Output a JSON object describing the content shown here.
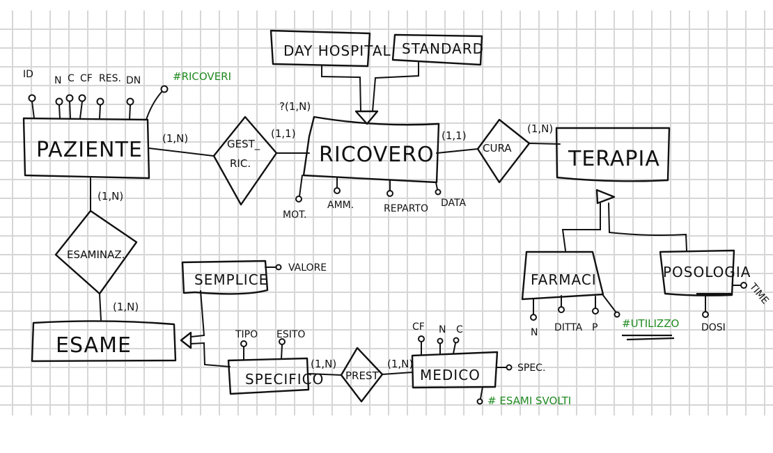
{
  "diagram": {
    "type": "er-diagram",
    "colors": {
      "ink": "#111111",
      "grid": "#d6d6d6",
      "derived_attribute": "#1f8a1f",
      "background": "#ffffff"
    },
    "entities": {
      "paziente": {
        "label": "PAZIENTE",
        "attributes": [
          "ID",
          "N",
          "C",
          "CF",
          "RES.",
          "DN"
        ],
        "derived_attribute": "#RICOVERI"
      },
      "ricovero": {
        "label": "RICOVERO",
        "attributes": [
          "MOT.",
          "AMM.",
          "REPARTO",
          "DATA"
        ]
      },
      "day_hospital": {
        "label": "DAY HOSPITAL"
      },
      "standard": {
        "label": "STANDARD"
      },
      "terapia": {
        "label": "TERAPIA"
      },
      "farmaci": {
        "label": "FARMACI",
        "attributes": [
          "N",
          "DITTA",
          "P"
        ],
        "derived_attribute": "#UTILIZZO"
      },
      "posologia": {
        "label": "POSOLOGIA",
        "attributes": [
          "DOSI",
          "TIME"
        ]
      },
      "esame": {
        "label": "ESAME"
      },
      "semplice": {
        "label": "SEMPLICE",
        "attributes": [
          "VALORE"
        ]
      },
      "specifico": {
        "label": "SPECIFICO",
        "attributes": [
          "TIPO",
          "ESITO"
        ]
      },
      "medico": {
        "label": "MEDICO",
        "attributes": [
          "CF",
          "N",
          "C",
          "SPEC."
        ],
        "derived_attribute": "# ESAMI SVOLTI"
      }
    },
    "relationships": {
      "gest_ric": {
        "label_line1": "GEST_",
        "label_line2": "RIC.",
        "card_paziente": "(1,N)",
        "card_ricovero": "(1,1)",
        "card_note": "?(1,N)"
      },
      "cura": {
        "label": "CURA",
        "card_ricovero": "(1,1)",
        "card_terapia": "(1,N)"
      },
      "esaminaz": {
        "label": "ESAMINAZ.",
        "card_paziente": "(1,N)",
        "card_esame": "(1,N)"
      },
      "prest": {
        "label": "PREST.",
        "card_specifico": "(1,N)",
        "card_medico": "(1,N)"
      }
    }
  }
}
